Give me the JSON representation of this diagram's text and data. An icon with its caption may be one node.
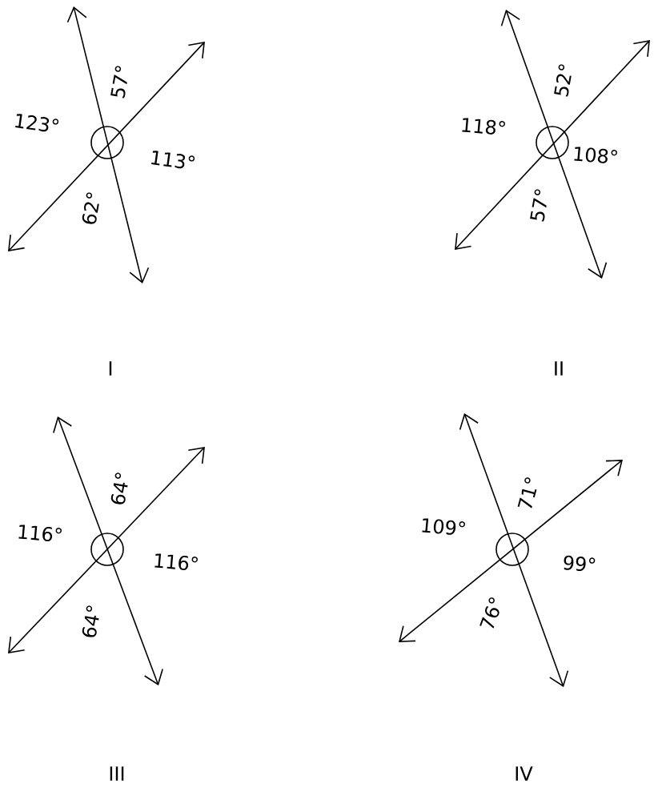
{
  "diagram": {
    "labels": [
      "123°",
      "57°",
      "113°",
      "62°",
      "I",
      "118°",
      "52°",
      "108°",
      "57°",
      "II",
      "116°",
      "64°",
      "116°",
      "64°",
      "III",
      "109°",
      "71°",
      "99°",
      "76°",
      "IV"
    ]
  }
}
